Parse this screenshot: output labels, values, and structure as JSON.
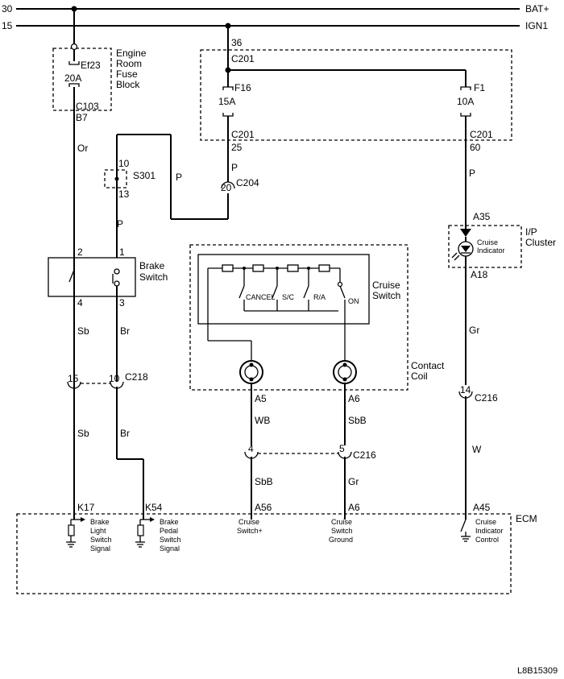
{
  "rails": {
    "bat_num": "30",
    "bat_label": "BAT+",
    "ign_num": "15",
    "ign_label": "IGN1"
  },
  "fuse_block": {
    "title": [
      "Engine",
      "Room",
      "Fuse",
      "Block"
    ],
    "fuse": "Ef23",
    "rating": "20A",
    "connector": "C103",
    "pin": "B7"
  },
  "top_box": {
    "pin_in": "36",
    "conn_in": "C201",
    "fuse1": "F16",
    "fuse1_rating": "15A",
    "fuse2": "F1",
    "fuse2_rating": "10A",
    "conn_out1": "C201",
    "pin_out1": "25",
    "conn_out2": "C201",
    "pin_out2": "60"
  },
  "wires": {
    "or": "Or",
    "p1": "P",
    "p2": "P",
    "p3": "P",
    "p4": "P",
    "sb1": "Sb",
    "br1": "Br",
    "sb2": "Sb",
    "br2": "Br",
    "gr1": "Gr",
    "w": "W",
    "wb": "WB",
    "sbb1": "SbB",
    "sbb2": "SbB",
    "gr2": "Gr"
  },
  "splice": {
    "name": "S301",
    "pin_top": "10",
    "pin_bottom": "13"
  },
  "c204": {
    "pin": "20",
    "name": "C204"
  },
  "brake_switch": {
    "title": [
      "Brake",
      "Switch"
    ],
    "pin1": "2",
    "pin2": "1",
    "pin3": "4",
    "pin4": "3"
  },
  "c218": {
    "pin1": "15",
    "pin2": "10",
    "name": "C218"
  },
  "cruise_switch": {
    "title": [
      "Cruise",
      "Switch"
    ],
    "cancel": "CANCEL",
    "sc": "S/C",
    "ra": "R/A",
    "on": "ON"
  },
  "contact_coil": {
    "title": [
      "Contact",
      "Coil"
    ],
    "pin1": "A5",
    "pin2": "A6"
  },
  "c216_mid": {
    "pin1": "4",
    "pin2": "5",
    "name": "C216"
  },
  "cluster": {
    "pin_in": "A35",
    "lamp": [
      "Cruise",
      "Indicator"
    ],
    "title": [
      "I/P",
      "Cluster"
    ],
    "pin_out": "A18"
  },
  "c216_right": {
    "pin": "14",
    "name": "C216"
  },
  "ecm": {
    "title": "ECM",
    "pins": [
      "K17",
      "K54",
      "A56",
      "A6",
      "A45"
    ],
    "sig1": [
      "Brake",
      "Light",
      "Switch",
      "Signal"
    ],
    "sig2": [
      "Brake",
      "Pedal",
      "Switch",
      "Signal"
    ],
    "sig3": [
      "Cruise",
      "Switch+"
    ],
    "sig4": [
      "Cruise",
      "Switch",
      "Ground"
    ],
    "sig5": [
      "Cruise",
      "Indicator",
      "Control"
    ]
  },
  "figure_id": "L8B15309"
}
